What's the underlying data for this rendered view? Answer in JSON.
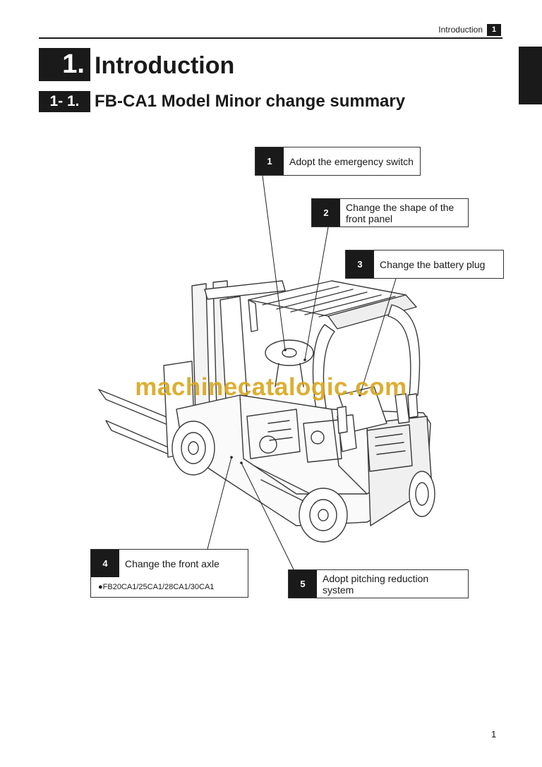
{
  "header": {
    "section": "Introduction",
    "page_tab": "1"
  },
  "chapter": {
    "number": "1.",
    "title": "Introduction"
  },
  "section": {
    "number": "1- 1.",
    "title": "FB-CA1 Model Minor change summary"
  },
  "callouts": [
    {
      "number": "1",
      "text": "Adopt the emergency switch"
    },
    {
      "number": "2",
      "text": "Change the shape of the front panel"
    },
    {
      "number": "3",
      "text": "Change the battery plug"
    },
    {
      "number": "4",
      "text": "Change the front axle",
      "note": "●FB20CA1/25CA1/28CA1/30CA1"
    },
    {
      "number": "5",
      "text": "Adopt pitching reduction system"
    }
  ],
  "watermark": "machinecatalogic.com",
  "page_number": "1"
}
